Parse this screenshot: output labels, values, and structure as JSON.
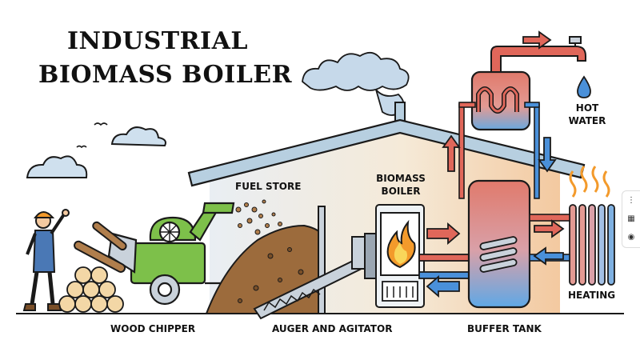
{
  "title": {
    "line1": "INDUSTRIAL",
    "line2": "BIOMASS BOILER"
  },
  "labels": {
    "fuel_store": "FUEL STORE",
    "biomass_boiler_1": "BIOMASS",
    "biomass_boiler_2": "BOILER",
    "hot_water_1": "HOT",
    "hot_water_2": "WATER",
    "heating": "HEATING",
    "wood_chipper": "WOOD CHIPPER",
    "auger_and_agitator": "AUGER AND AGITATOR",
    "buffer_tank": "BUFFER TANK"
  },
  "colors": {
    "hot": "#e0675a",
    "cold": "#4a90d9",
    "tank_top": "#e07a6c",
    "tank_bottom": "#5fa8e6",
    "chipper": "#7dc04a",
    "fuel": "#9c6b3c",
    "roof": "#b7cfe0",
    "wall": "#eef2f5"
  },
  "side_ui_icons": [
    "share-icon",
    "grid-icon",
    "circle-icon"
  ]
}
